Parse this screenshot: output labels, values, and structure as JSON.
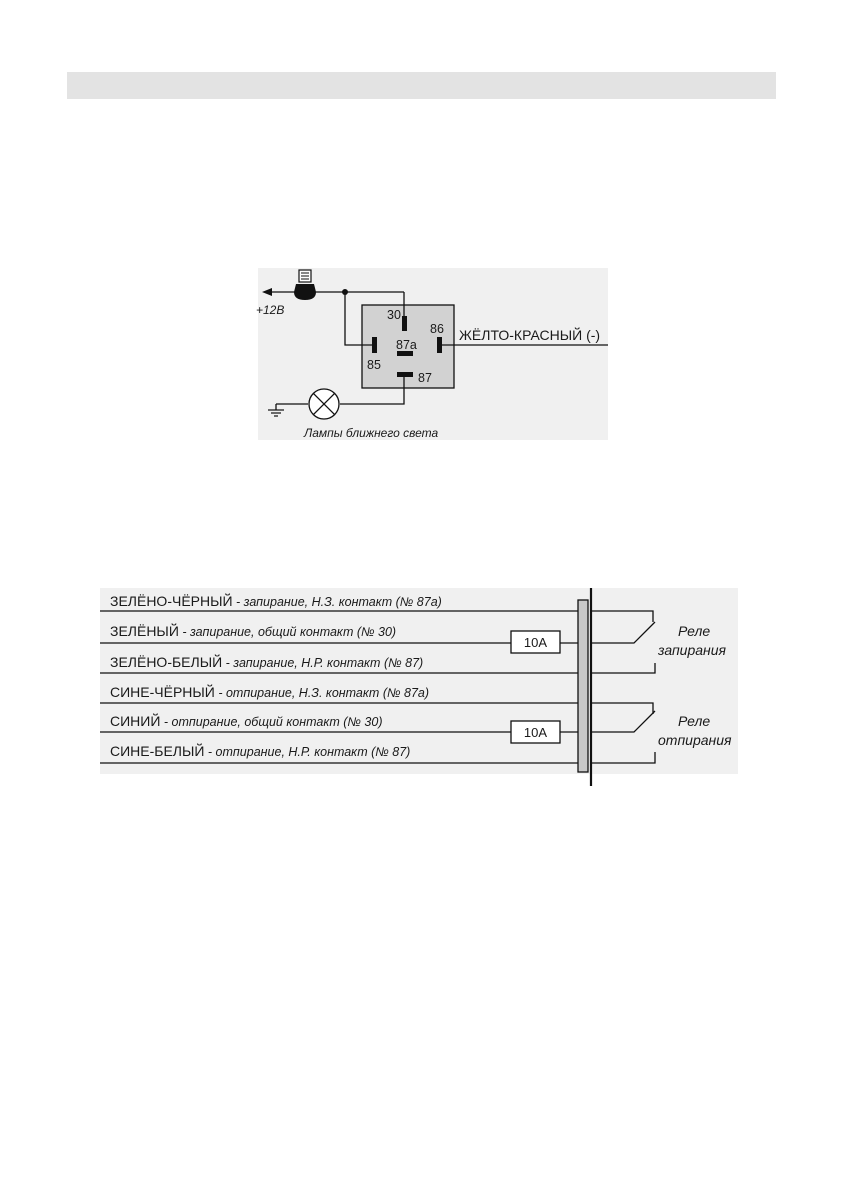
{
  "relay_diagram": {
    "supply_label": "+12В",
    "relay_pins": {
      "pin30": "30",
      "pin85": "85",
      "pin86": "86",
      "pin87": "87",
      "pin87a": "87a"
    },
    "control_wire_label": "ЖЁЛТО-КРАСНЫЙ (-)",
    "lamp_label": "Лампы ближнего света"
  },
  "lock_diagram": {
    "wires": [
      {
        "color": "ЗЕЛЁНО-ЧЁРНЫЙ",
        "desc": " - запирание, Н.З. контакт (№ 87а)"
      },
      {
        "color": "ЗЕЛЁНЫЙ",
        "desc": " - запирание, общий контакт (№ 30)"
      },
      {
        "color": "ЗЕЛЁНО-БЕЛЫЙ",
        "desc": " - запирание, Н.Р. контакт (№ 87)"
      },
      {
        "color": "СИНЕ-ЧЁРНЫЙ",
        "desc": " - отпирание, Н.З. контакт (№ 87а)"
      },
      {
        "color": "СИНИЙ",
        "desc": " - отпирание, общий контакт (№ 30)"
      },
      {
        "color": "СИНЕ-БЕЛЫЙ",
        "desc": " - отпирание, Н.Р. контакт (№ 87)"
      }
    ],
    "fuse_top": "10А",
    "fuse_bottom": "10А",
    "relay_lock_line1": "Реле",
    "relay_lock_line2": "запирания",
    "relay_unlock_line1": "Реле",
    "relay_unlock_line2": "отпирания"
  }
}
